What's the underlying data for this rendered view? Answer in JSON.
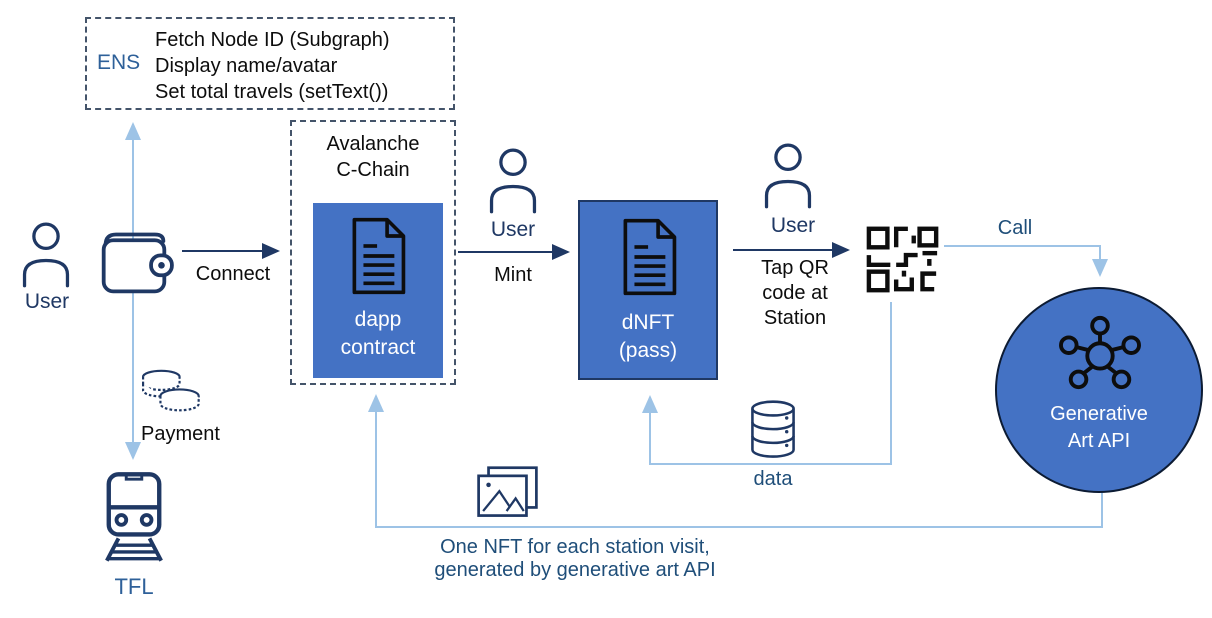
{
  "colors": {
    "node_fill": "#4472C4",
    "navy_icon_stroke": "#1F3864",
    "black_icon_stroke": "#0D0D0D",
    "light_connector": "#9DC3E6",
    "dashed_border": "#44546A",
    "blue_label": "#1F4E79",
    "steel_label": "#2E6099",
    "white_text": "#FFFFFF"
  },
  "labels": {
    "user": "User",
    "connect": "Connect",
    "mint": "Mint",
    "call": "Call",
    "data": "data",
    "payment": "Payment",
    "tfl": "TFL"
  },
  "ens_box": {
    "title": "ENS",
    "lines": [
      "Fetch Node ID (Subgraph)",
      "Display name/avatar",
      "Set total travels (setText())"
    ]
  },
  "avalanche_box": {
    "title_lines": [
      "Avalanche",
      "C-Chain"
    ],
    "contract_lines": [
      "dapp",
      "contract"
    ]
  },
  "dnft_box": {
    "lines": [
      "dNFT",
      "(pass)"
    ]
  },
  "tap_label": {
    "lines": [
      "Tap QR",
      "code at",
      "Station"
    ]
  },
  "api_circle": {
    "lines": [
      "Generative",
      "Art API"
    ]
  },
  "caption": {
    "lines": [
      "One NFT for each station visit,",
      "generated by generative art API"
    ]
  },
  "icons": {
    "user": "user-icon",
    "wallet": "wallet-icon",
    "document": "document-icon",
    "qr": "qr-code-icon",
    "network": "network-hub-icon",
    "database": "database-icon",
    "coins": "coins-icon",
    "train": "train-icon",
    "images": "images-icon"
  }
}
